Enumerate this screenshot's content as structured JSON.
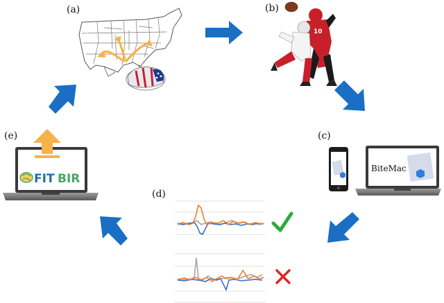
{
  "panels": {
    "a": "(a)",
    "b": "(b)",
    "c": "(c)",
    "d": "(d)",
    "e": "(e)"
  },
  "bitemac": {
    "label": "BiteMac"
  },
  "fitbir": {
    "prefix": "FIT",
    "suffix": "BIR"
  },
  "colors": {
    "arrow_blue": "#1a6fc4",
    "upload_orange": "#f6b24b",
    "signal_blue": "#3b6fc4",
    "signal_orange": "#ee7d2c",
    "signal_gray": "#a8a8a8",
    "check_green": "#2eaa3a",
    "cross_red": "#e02424",
    "helmet_red": "#c8202a",
    "jersey_red": "#c8202a"
  },
  "icons": [
    "right-arrow-icon",
    "down-right-arrow-icon",
    "down-left-arrow-icon",
    "up-left-arrow-icon",
    "up-right-arrow-icon",
    "check-icon",
    "cross-icon",
    "upload-arrow-icon",
    "brain-icon",
    "football-icon",
    "helmet-icon"
  ]
}
